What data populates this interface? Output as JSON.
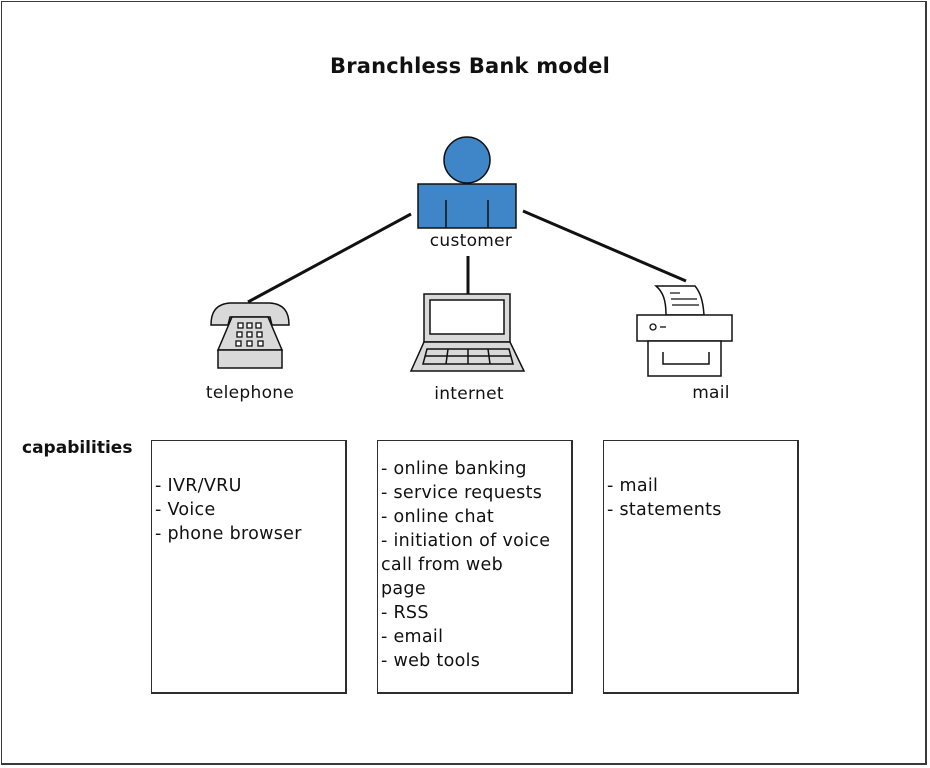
{
  "title": "Branchless Bank model",
  "colors": {
    "customer_fill": "#3f86c8",
    "device_fill": "#d9d9d9",
    "stroke": "#111111"
  },
  "nodes": {
    "customer": {
      "label": "customer",
      "icon": "person-icon"
    },
    "telephone": {
      "label": "telephone",
      "icon": "telephone-icon"
    },
    "internet": {
      "label": "internet",
      "icon": "laptop-icon"
    },
    "mail": {
      "label": "mail",
      "icon": "printer-icon"
    }
  },
  "capabilities": {
    "label": "capabilities",
    "telephone": [
      "- IVR/VRU",
      "- Voice",
      "- phone browser"
    ],
    "internet": [
      "- online banking",
      "- service requests",
      "- online chat",
      "- initiation of voice",
      "call from web",
      "page",
      "- RSS",
      "- email",
      "- web tools"
    ],
    "mail": [
      "- mail",
      "- statements"
    ]
  }
}
